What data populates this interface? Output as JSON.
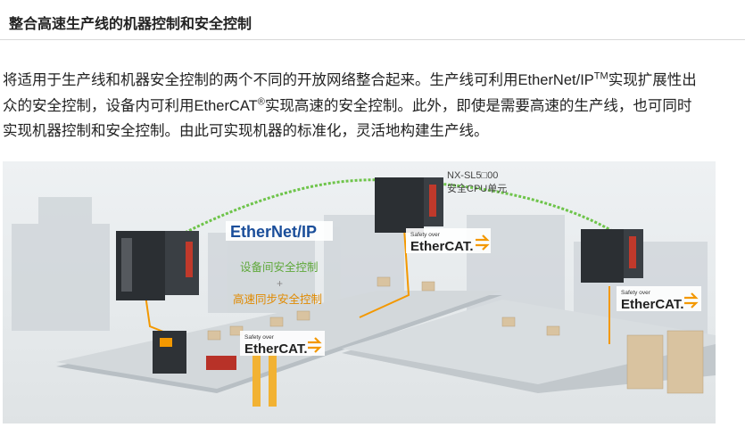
{
  "header": {
    "title": "整合高速生产线的机器控制和安全控制"
  },
  "body": {
    "line1_a": "将适用于生产线和机器安全控制的两个不同的开放网络整合起来。生产线可利用EtherNet/IP",
    "line1_sup": "TM",
    "line1_b": "实现扩展性出",
    "line2_a": "众的安全控制，设备内可利用EtherCAT",
    "line2_sup": "®",
    "line2_b": "实现高速的安全控制。此外，即使是需要高速的生产线，也可同时",
    "line3": "实现机器控制和安全控制。由此可实现机器的标准化，灵活地构建生产线。"
  },
  "figure": {
    "cpu_model": "NX-SL5□00",
    "cpu_name": "安全CPU单元",
    "ethernet_ip_logo": "EtherNet/IP",
    "ethercat_small": "Safety over",
    "ethercat_big": "EtherCAT.",
    "label_inter_device": "设备间安全控制",
    "label_plus": "+",
    "label_high_speed": "高速同步安全控制",
    "colors": {
      "network_green": "#6ec44a",
      "ethercat_orange": "#f39800",
      "label_green": "#5fa83a",
      "label_orange": "#e08a00"
    }
  }
}
